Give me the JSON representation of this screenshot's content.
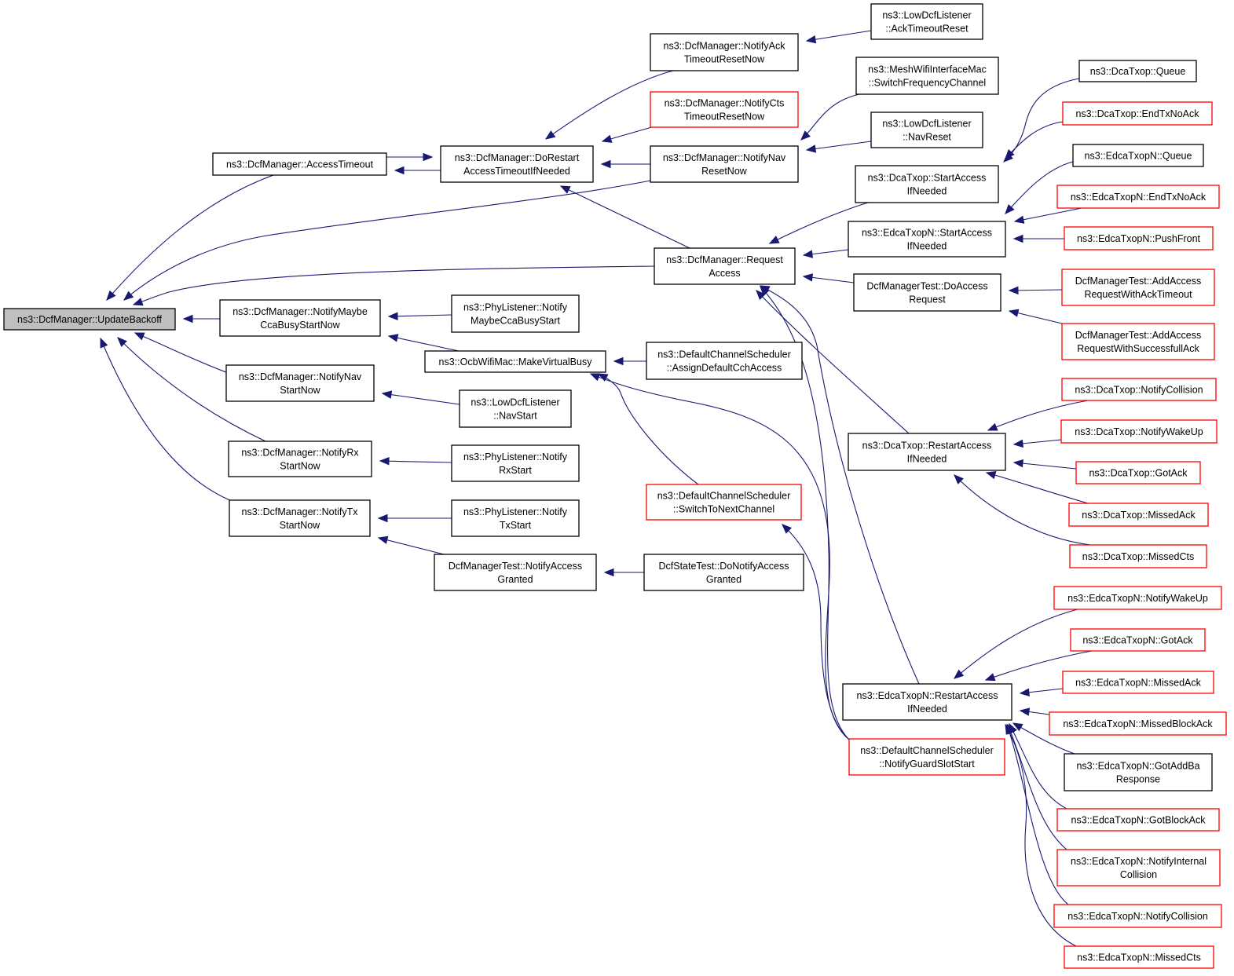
{
  "colors": {
    "edge": "#191970",
    "node_border": "#000000",
    "truncated_node_border": "#ff0000",
    "focus_fill": "#bfbfbf",
    "node_fill": "#ffffff"
  },
  "nodes": {
    "n0": {
      "lines": [
        "ns3::DcfManager::UpdateBackoff"
      ],
      "style": "focus"
    },
    "n1": {
      "lines": [
        "ns3::DcfManager::AccessTimeout"
      ],
      "style": "black"
    },
    "n2": {
      "lines": [
        "ns3::DcfManager::DoRestart",
        "AccessTimeoutIfNeeded"
      ],
      "style": "black"
    },
    "n3": {
      "lines": [
        "ns3::DcfManager::NotifyAck",
        "TimeoutResetNow"
      ],
      "style": "black"
    },
    "n4": {
      "lines": [
        "ns3::LowDcfListener",
        "::AckTimeoutReset"
      ],
      "style": "black"
    },
    "n5": {
      "lines": [
        "ns3::DcfManager::NotifyCts",
        "TimeoutResetNow"
      ],
      "style": "red"
    },
    "n6": {
      "lines": [
        "ns3::DcfManager::NotifyNav",
        "ResetNow"
      ],
      "style": "black"
    },
    "n7": {
      "lines": [
        "ns3::MeshWifiInterfaceMac",
        "::SwitchFrequencyChannel"
      ],
      "style": "black"
    },
    "n8": {
      "lines": [
        "ns3::LowDcfListener",
        "::NavReset"
      ],
      "style": "black"
    },
    "n9": {
      "lines": [
        "ns3::DcfManager::Request",
        "Access"
      ],
      "style": "black"
    },
    "n10": {
      "lines": [
        "ns3::DcaTxop::StartAccess",
        "IfNeeded"
      ],
      "style": "black"
    },
    "n11": {
      "lines": [
        "ns3::DcaTxop::Queue"
      ],
      "style": "black"
    },
    "n12": {
      "lines": [
        "ns3::DcaTxop::EndTxNoAck"
      ],
      "style": "red"
    },
    "n13": {
      "lines": [
        "ns3::EdcaTxopN::StartAccess",
        "IfNeeded"
      ],
      "style": "black"
    },
    "n14": {
      "lines": [
        "ns3::EdcaTxopN::Queue"
      ],
      "style": "black"
    },
    "n15": {
      "lines": [
        "ns3::EdcaTxopN::EndTxNoAck"
      ],
      "style": "red"
    },
    "n16": {
      "lines": [
        "ns3::EdcaTxopN::PushFront"
      ],
      "style": "red"
    },
    "n17": {
      "lines": [
        "DcfManagerTest::DoAccess",
        "Request"
      ],
      "style": "black"
    },
    "n18": {
      "lines": [
        "DcfManagerTest::AddAccess",
        "RequestWithAckTimeout"
      ],
      "style": "red"
    },
    "n19": {
      "lines": [
        "DcfManagerTest::AddAccess",
        "RequestWithSuccessfullAck"
      ],
      "style": "red"
    },
    "n20": {
      "lines": [
        "ns3::DcaTxop::RestartAccess",
        "IfNeeded"
      ],
      "style": "black"
    },
    "n21": {
      "lines": [
        "ns3::DcaTxop::NotifyCollision"
      ],
      "style": "red"
    },
    "n22": {
      "lines": [
        "ns3::DcaTxop::NotifyWakeUp"
      ],
      "style": "red"
    },
    "n23": {
      "lines": [
        "ns3::DcaTxop::GotAck"
      ],
      "style": "red"
    },
    "n24": {
      "lines": [
        "ns3::DcaTxop::MissedAck"
      ],
      "style": "red"
    },
    "n25": {
      "lines": [
        "ns3::DcaTxop::MissedCts"
      ],
      "style": "red"
    },
    "n26": {
      "lines": [
        "ns3::EdcaTxopN::RestartAccess",
        "IfNeeded"
      ],
      "style": "black"
    },
    "n27": {
      "lines": [
        "ns3::EdcaTxopN::NotifyWakeUp"
      ],
      "style": "red"
    },
    "n28": {
      "lines": [
        "ns3::EdcaTxopN::GotAck"
      ],
      "style": "red"
    },
    "n29": {
      "lines": [
        "ns3::EdcaTxopN::MissedAck"
      ],
      "style": "red"
    },
    "n30": {
      "lines": [
        "ns3::EdcaTxopN::MissedBlockAck"
      ],
      "style": "red"
    },
    "n31": {
      "lines": [
        "ns3::EdcaTxopN::GotAddBa",
        "Response"
      ],
      "style": "black"
    },
    "n32": {
      "lines": [
        "ns3::EdcaTxopN::GotBlockAck"
      ],
      "style": "red"
    },
    "n33": {
      "lines": [
        "ns3::EdcaTxopN::NotifyInternal",
        "Collision"
      ],
      "style": "red"
    },
    "n34": {
      "lines": [
        "ns3::EdcaTxopN::NotifyCollision"
      ],
      "style": "red"
    },
    "n35": {
      "lines": [
        "ns3::EdcaTxopN::MissedCts"
      ],
      "style": "red"
    },
    "n36": {
      "lines": [
        "ns3::DefaultChannelScheduler",
        "::NotifyGuardSlotStart"
      ],
      "style": "red"
    },
    "n37": {
      "lines": [
        "ns3::DcfManager::NotifyMaybe",
        "CcaBusyStartNow"
      ],
      "style": "black"
    },
    "n38": {
      "lines": [
        "ns3::PhyListener::Notify",
        "MaybeCcaBusyStart"
      ],
      "style": "black"
    },
    "n39": {
      "lines": [
        "ns3::OcbWifiMac::MakeVirtualBusy"
      ],
      "style": "black"
    },
    "n40": {
      "lines": [
        "ns3::DefaultChannelScheduler",
        "::AssignDefaultCchAccess"
      ],
      "style": "black"
    },
    "n41": {
      "lines": [
        "ns3::DefaultChannelScheduler",
        "::SwitchToNextChannel"
      ],
      "style": "red"
    },
    "n42": {
      "lines": [
        "ns3::DcfManager::NotifyNav",
        "StartNow"
      ],
      "style": "black"
    },
    "n43": {
      "lines": [
        "ns3::LowDcfListener",
        "::NavStart"
      ],
      "style": "black"
    },
    "n44": {
      "lines": [
        "ns3::DcfManager::NotifyRx",
        "StartNow"
      ],
      "style": "black"
    },
    "n45": {
      "lines": [
        "ns3::PhyListener::Notify",
        "RxStart"
      ],
      "style": "black"
    },
    "n46": {
      "lines": [
        "ns3::DcfManager::NotifyTx",
        "StartNow"
      ],
      "style": "black"
    },
    "n47": {
      "lines": [
        "ns3::PhyListener::Notify",
        "TxStart"
      ],
      "style": "black"
    },
    "n48": {
      "lines": [
        "DcfManagerTest::NotifyAccess",
        "Granted"
      ],
      "style": "black"
    },
    "n49": {
      "lines": [
        "DcfStateTest::DoNotifyAccess",
        "Granted"
      ],
      "style": "black"
    }
  },
  "edges": [
    {
      "from": "n1",
      "to": "n0"
    },
    {
      "from": "n6",
      "to": "n0"
    },
    {
      "from": "n9",
      "to": "n0"
    },
    {
      "from": "n37",
      "to": "n0"
    },
    {
      "from": "n42",
      "to": "n0"
    },
    {
      "from": "n44",
      "to": "n0"
    },
    {
      "from": "n46",
      "to": "n0"
    },
    {
      "from": "n1",
      "to": "n2"
    },
    {
      "from": "n2",
      "to": "n1"
    },
    {
      "from": "n3",
      "to": "n2"
    },
    {
      "from": "n5",
      "to": "n2"
    },
    {
      "from": "n6",
      "to": "n2"
    },
    {
      "from": "n9",
      "to": "n2"
    },
    {
      "from": "n4",
      "to": "n3"
    },
    {
      "from": "n7",
      "to": "n6"
    },
    {
      "from": "n8",
      "to": "n6"
    },
    {
      "from": "n10",
      "to": "n9"
    },
    {
      "from": "n13",
      "to": "n9"
    },
    {
      "from": "n17",
      "to": "n9"
    },
    {
      "from": "n20",
      "to": "n9"
    },
    {
      "from": "n26",
      "to": "n9"
    },
    {
      "from": "n36",
      "to": "n9"
    },
    {
      "from": "n11",
      "to": "n10"
    },
    {
      "from": "n12",
      "to": "n10"
    },
    {
      "from": "n14",
      "to": "n13"
    },
    {
      "from": "n15",
      "to": "n13"
    },
    {
      "from": "n16",
      "to": "n13"
    },
    {
      "from": "n18",
      "to": "n17"
    },
    {
      "from": "n19",
      "to": "n17"
    },
    {
      "from": "n21",
      "to": "n20"
    },
    {
      "from": "n22",
      "to": "n20"
    },
    {
      "from": "n23",
      "to": "n20"
    },
    {
      "from": "n24",
      "to": "n20"
    },
    {
      "from": "n25",
      "to": "n20"
    },
    {
      "from": "n27",
      "to": "n26"
    },
    {
      "from": "n28",
      "to": "n26"
    },
    {
      "from": "n29",
      "to": "n26"
    },
    {
      "from": "n30",
      "to": "n26"
    },
    {
      "from": "n31",
      "to": "n26"
    },
    {
      "from": "n32",
      "to": "n26"
    },
    {
      "from": "n33",
      "to": "n26"
    },
    {
      "from": "n34",
      "to": "n26"
    },
    {
      "from": "n35",
      "to": "n26"
    },
    {
      "from": "n38",
      "to": "n37"
    },
    {
      "from": "n39",
      "to": "n37"
    },
    {
      "from": "n40",
      "to": "n39"
    },
    {
      "from": "n41",
      "to": "n39"
    },
    {
      "from": "n36",
      "to": "n39"
    },
    {
      "from": "n36",
      "to": "n41"
    },
    {
      "from": "n43",
      "to": "n42"
    },
    {
      "from": "n45",
      "to": "n44"
    },
    {
      "from": "n47",
      "to": "n46"
    },
    {
      "from": "n48",
      "to": "n46"
    },
    {
      "from": "n49",
      "to": "n48"
    }
  ]
}
